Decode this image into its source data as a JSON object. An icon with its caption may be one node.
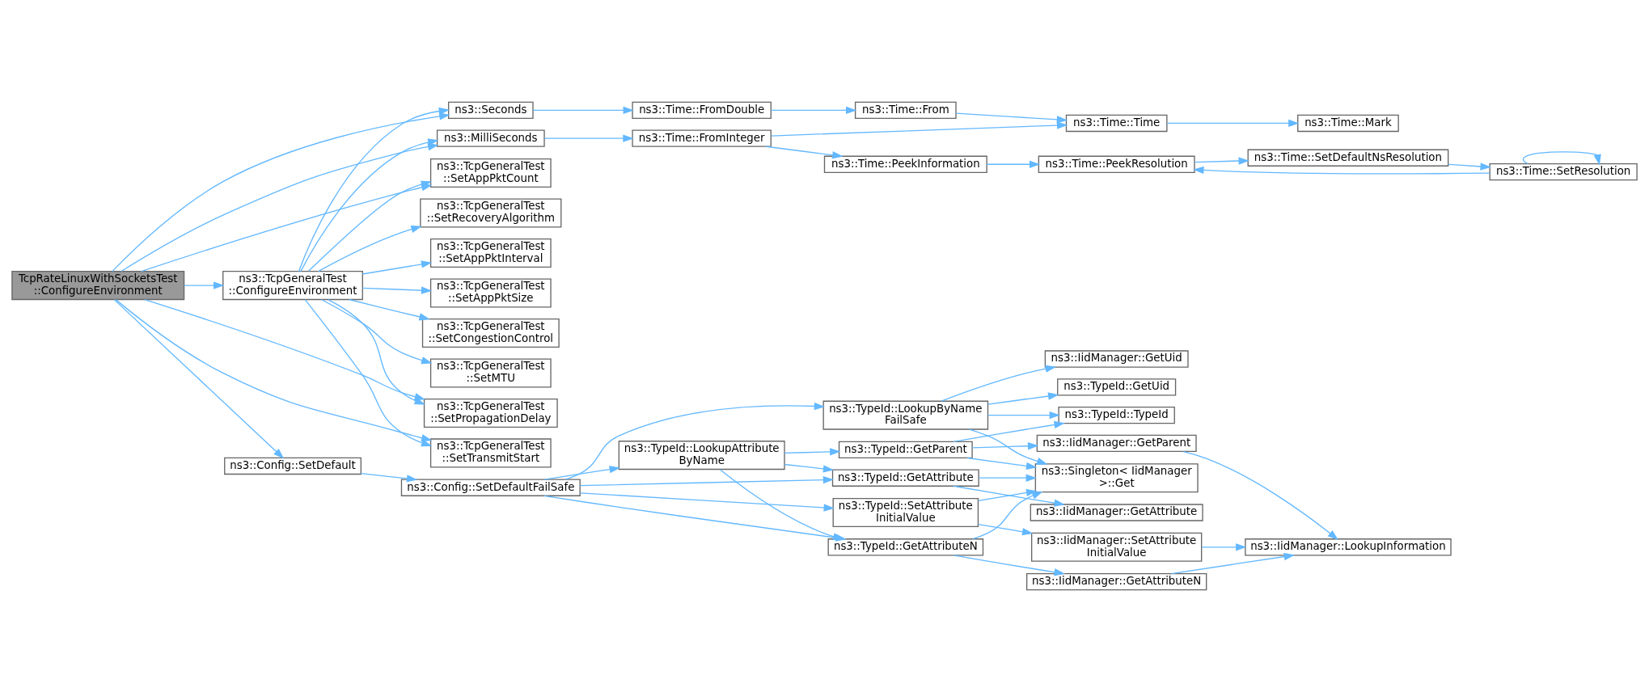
{
  "diagram": {
    "nodes": [
      {
        "text": [
          "TcpRateLinuxWithSocketsTest ::ConfigureEnvironment"
        ]
      },
      {
        "text": [
          "ns3::Seconds"
        ]
      },
      {
        "text": [
          "ns3::MilliSeconds"
        ]
      },
      {
        "text": [
          "ns3::TcpGeneralTest ::SetAppPktCount"
        ]
      },
      {
        "text": [
          "ns3::TcpGeneralTest ::SetCongestionControl"
        ]
      },
      {
        "text": [
          "ns3::TcpGeneralTest ::SetMTU"
        ]
      },
      {
        "text": [
          "ns3::TcpGeneralTest ::SetRecoveryAlgorithm"
        ]
      },
      {
        "text": [
          "ns3::TcpGeneralTest ::SetAppPktInterval"
        ]
      },
      {
        "text": [
          "ns3::TcpGeneralTest ::SetAppPktSize"
        ]
      },
      {
        "text": [
          "ns3::TcpGeneralTest ::SetPropagationDelay"
        ]
      },
      {
        "text": [
          "ns3::TcpGeneralTest ::SetTransmitStart"
        ]
      },
      {
        "text": [
          "ns3::TcpGeneralTest ::ConfigureEnvironment"
        ]
      },
      {
        "text": [
          "ns3::Config::SetDefault"
        ]
      },
      {
        "text": [
          "ns3::Config::SetDefaultFailSafe"
        ]
      },
      {
        "text": [
          "ns3::Time::FromDouble"
        ]
      },
      {
        "text": [
          "ns3::Time::FromInteger"
        ]
      },
      {
        "text": [
          "ns3::Time::From"
        ]
      },
      {
        "text": [
          "ns3::Time::PeekInformation"
        ]
      },
      {
        "text": [
          "ns3::Time::Time"
        ]
      },
      {
        "text": [
          "ns3::Time::PeekResolution"
        ]
      },
      {
        "text": [
          "ns3::Time::Mark"
        ]
      },
      {
        "text": [
          "ns3::Time::SetDefaultNsResolution"
        ]
      },
      {
        "text": [
          "ns3::Time::SetResolution"
        ]
      },
      {
        "text": [
          "ns3::TypeId::SetAttribute InitialValue"
        ]
      },
      {
        "text": [
          "ns3::TypeId::GetAttributeN"
        ]
      },
      {
        "text": [
          "ns3::TypeId::GetAttribute"
        ]
      },
      {
        "text": [
          "ns3::TypeId::LookupAttribute ByName"
        ]
      },
      {
        "text": [
          "ns3::TypeId::GetParent"
        ]
      },
      {
        "text": [
          "ns3::TypeId::LookupByName FailSafe"
        ]
      },
      {
        "text": [
          "ns3::IidManager::SetAttribute InitialValue"
        ]
      },
      {
        "text": [
          "ns3::IidManager::GetAttributeN"
        ]
      },
      {
        "text": [
          "ns3::IidManager::GetAttribute"
        ]
      },
      {
        "text": [
          "ns3::Singleton< IidManager >::Get"
        ]
      },
      {
        "text": [
          "ns3::IidManager::GetParent"
        ]
      },
      {
        "text": [
          "ns3::TypeId::TypeId"
        ]
      },
      {
        "text": [
          "ns3::TypeId::GetUid"
        ]
      },
      {
        "text": [
          "ns3::IidManager::GetUid"
        ]
      },
      {
        "text": [
          "ns3::IidManager::LookupInformation"
        ]
      }
    ],
    "edges": [
      {
        "from": 0,
        "to": 1,
        "arrow": "to"
      },
      {
        "from": 0,
        "to": 2,
        "arrow": "to"
      },
      {
        "from": 0,
        "to": 3,
        "arrow": "to"
      },
      {
        "from": 0,
        "to": 11,
        "arrow": "to"
      },
      {
        "from": 0,
        "to": 9,
        "arrow": "to"
      },
      {
        "from": 0,
        "to": 10,
        "arrow": "to"
      },
      {
        "from": 0,
        "to": 12,
        "arrow": "to"
      },
      {
        "from": 11,
        "to": 1,
        "arrow": "to"
      },
      {
        "from": 11,
        "to": 2,
        "arrow": "to"
      },
      {
        "from": 11,
        "to": 3,
        "arrow": "to"
      },
      {
        "from": 11,
        "to": 4,
        "arrow": "to"
      },
      {
        "from": 11,
        "to": 5,
        "arrow": "to"
      },
      {
        "from": 11,
        "to": 6,
        "arrow": "to"
      },
      {
        "from": 11,
        "to": 7,
        "arrow": "to"
      },
      {
        "from": 11,
        "to": 8,
        "arrow": "to"
      },
      {
        "from": 11,
        "to": 9,
        "arrow": "to"
      },
      {
        "from": 11,
        "to": 10,
        "arrow": "to"
      },
      {
        "from": 1,
        "to": 14,
        "arrow": "to"
      },
      {
        "from": 2,
        "to": 15,
        "arrow": "to"
      },
      {
        "from": 14,
        "to": 16,
        "arrow": "to"
      },
      {
        "from": 16,
        "to": 18,
        "arrow": "to"
      },
      {
        "from": 15,
        "to": 18,
        "arrow": "to"
      },
      {
        "from": 15,
        "to": 17,
        "arrow": "to"
      },
      {
        "from": 17,
        "to": 19,
        "arrow": "to"
      },
      {
        "from": 18,
        "to": 20,
        "arrow": "to"
      },
      {
        "from": 19,
        "to": 21,
        "arrow": "to"
      },
      {
        "from": 21,
        "to": 22,
        "arrow": "to"
      },
      {
        "from": 22,
        "to": 19,
        "arrow": "to"
      },
      {
        "from": 22,
        "to": 22,
        "arrow": "to"
      },
      {
        "from": 12,
        "to": 13,
        "arrow": "to"
      },
      {
        "from": 13,
        "to": 23,
        "arrow": "to"
      },
      {
        "from": 13,
        "to": 24,
        "arrow": "to"
      },
      {
        "from": 13,
        "to": 25,
        "arrow": "to"
      },
      {
        "from": 13,
        "to": 26,
        "arrow": "to"
      },
      {
        "from": 13,
        "to": 28,
        "arrow": "to"
      },
      {
        "from": 23,
        "to": 29,
        "arrow": "to"
      },
      {
        "from": 23,
        "to": 32,
        "arrow": "to"
      },
      {
        "from": 24,
        "to": 30,
        "arrow": "to"
      },
      {
        "from": 24,
        "to": 32,
        "arrow": "to"
      },
      {
        "from": 25,
        "to": 31,
        "arrow": "to"
      },
      {
        "from": 25,
        "to": 32,
        "arrow": "to"
      },
      {
        "from": 26,
        "to": 24,
        "arrow": "to"
      },
      {
        "from": 26,
        "to": 25,
        "arrow": "to"
      },
      {
        "from": 26,
        "to": 27,
        "arrow": "to"
      },
      {
        "from": 27,
        "to": 32,
        "arrow": "to"
      },
      {
        "from": 27,
        "to": 33,
        "arrow": "to"
      },
      {
        "from": 27,
        "to": 34,
        "arrow": "to"
      },
      {
        "from": 28,
        "to": 32,
        "arrow": "to"
      },
      {
        "from": 28,
        "to": 34,
        "arrow": "to"
      },
      {
        "from": 28,
        "to": 35,
        "arrow": "to"
      },
      {
        "from": 28,
        "to": 36,
        "arrow": "to"
      },
      {
        "from": 29,
        "to": 37,
        "arrow": "to"
      },
      {
        "from": 30,
        "to": 37,
        "arrow": "to"
      },
      {
        "from": 33,
        "to": 37,
        "arrow": "to"
      }
    ]
  }
}
